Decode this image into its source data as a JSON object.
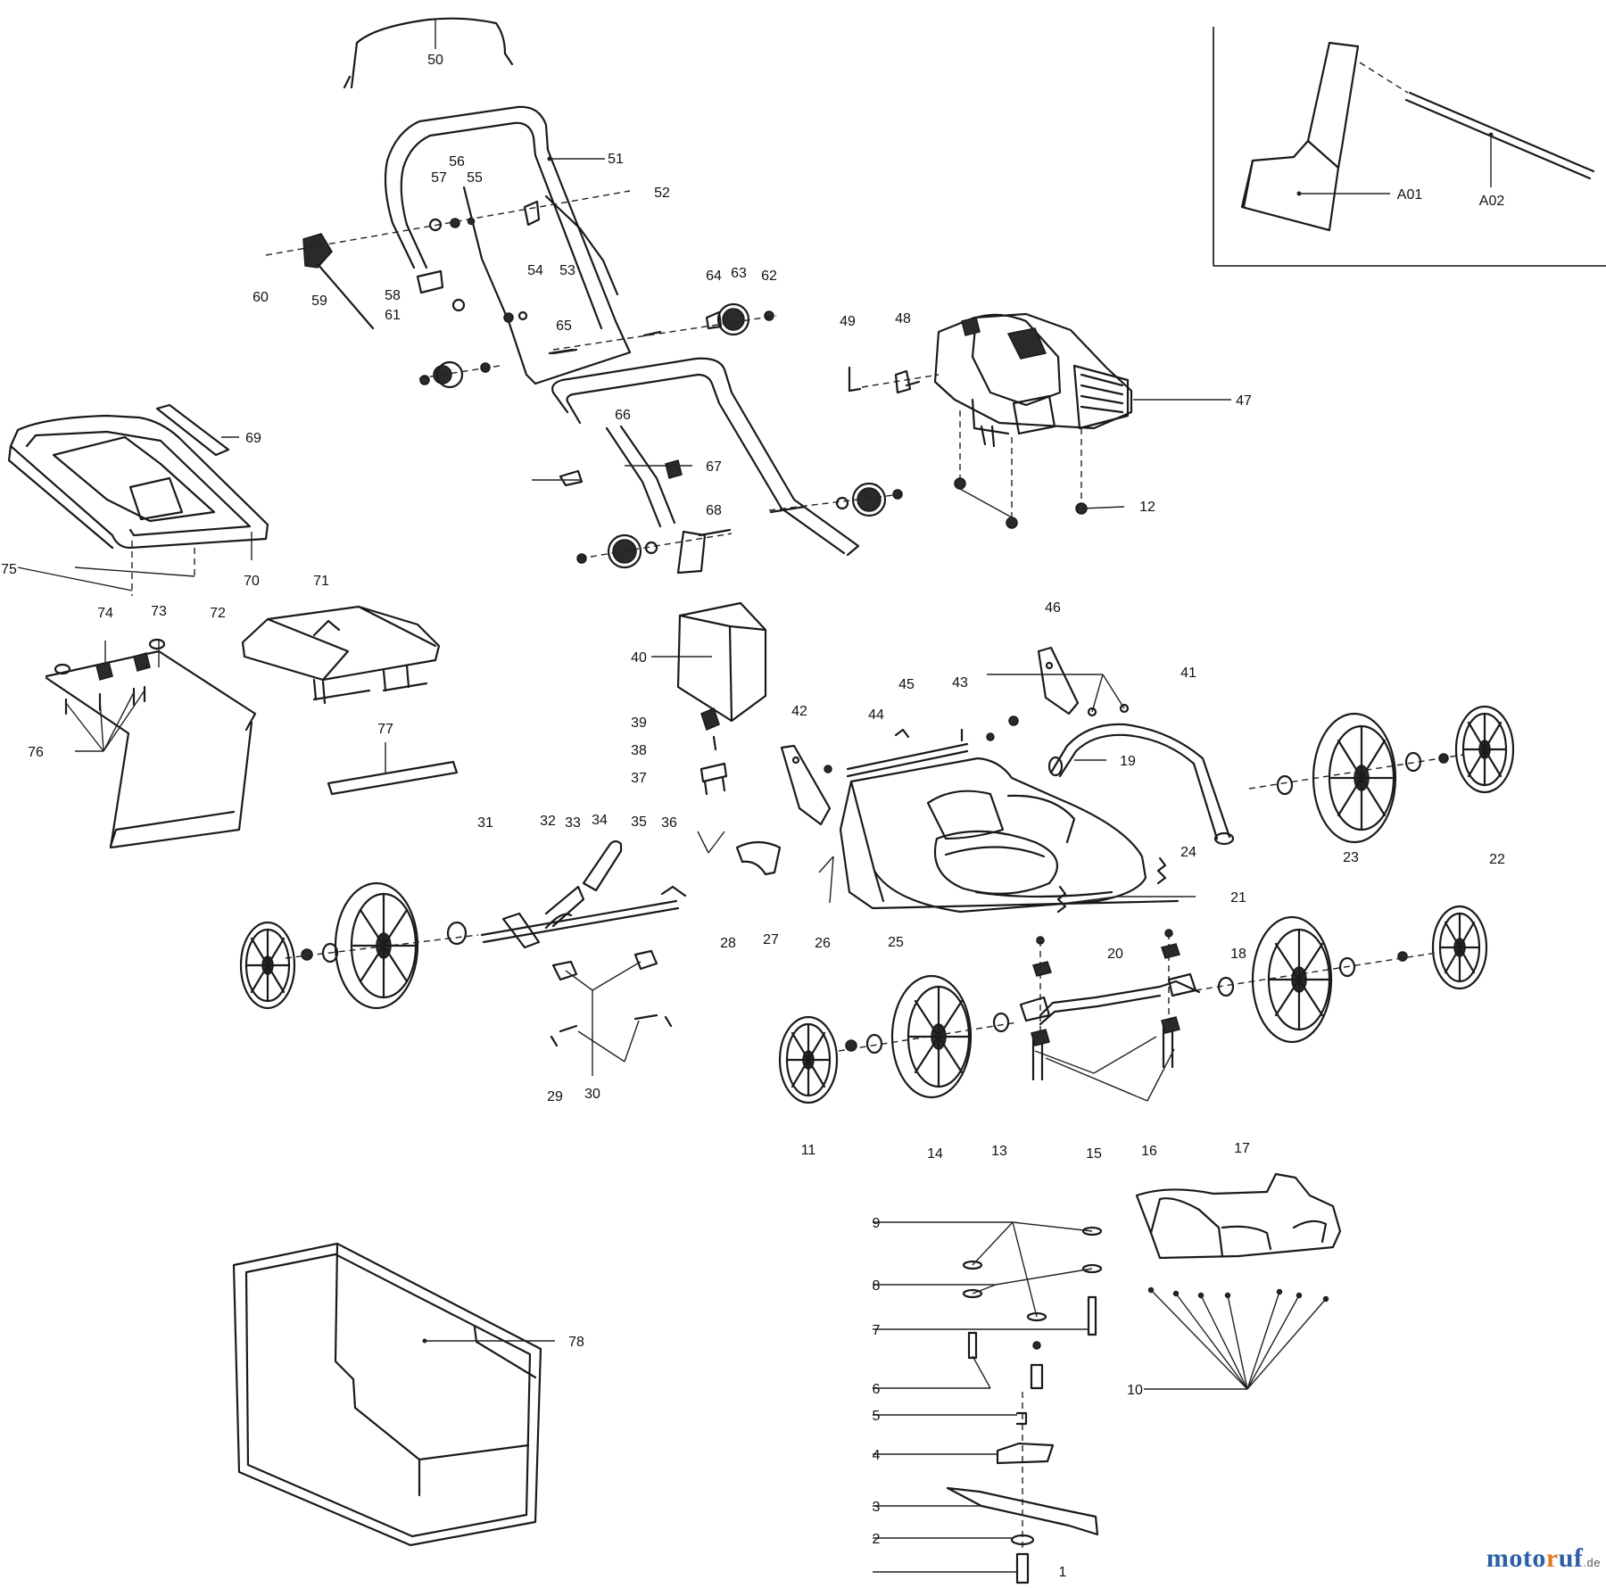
{
  "diagram": {
    "part_labels": [
      "1",
      "2",
      "3",
      "4",
      "5",
      "6",
      "7",
      "8",
      "9",
      "10",
      "11",
      "12",
      "13",
      "14",
      "15",
      "16",
      "17",
      "18",
      "19",
      "20",
      "21",
      "22",
      "23",
      "24",
      "25",
      "26",
      "27",
      "28",
      "29",
      "30",
      "31",
      "32",
      "33",
      "34",
      "35",
      "36",
      "37",
      "38",
      "39",
      "40",
      "41",
      "42",
      "43",
      "44",
      "45",
      "46",
      "47",
      "48",
      "49",
      "50",
      "51",
      "52",
      "53",
      "54",
      "55",
      "56",
      "57",
      "58",
      "59",
      "60",
      "61",
      "62",
      "63",
      "64",
      "65",
      "66",
      "67",
      "68",
      "69",
      "70",
      "71",
      "72",
      "73",
      "74",
      "75",
      "76",
      "77",
      "78",
      "A01",
      "A02"
    ]
  },
  "watermark": {
    "brand_part1": "moto",
    "brand_part2": "r",
    "brand_part3": "uf",
    "tld": ".de",
    "colors": {
      "blue": "#2b5fa6",
      "orange": "#e07a1f"
    }
  }
}
